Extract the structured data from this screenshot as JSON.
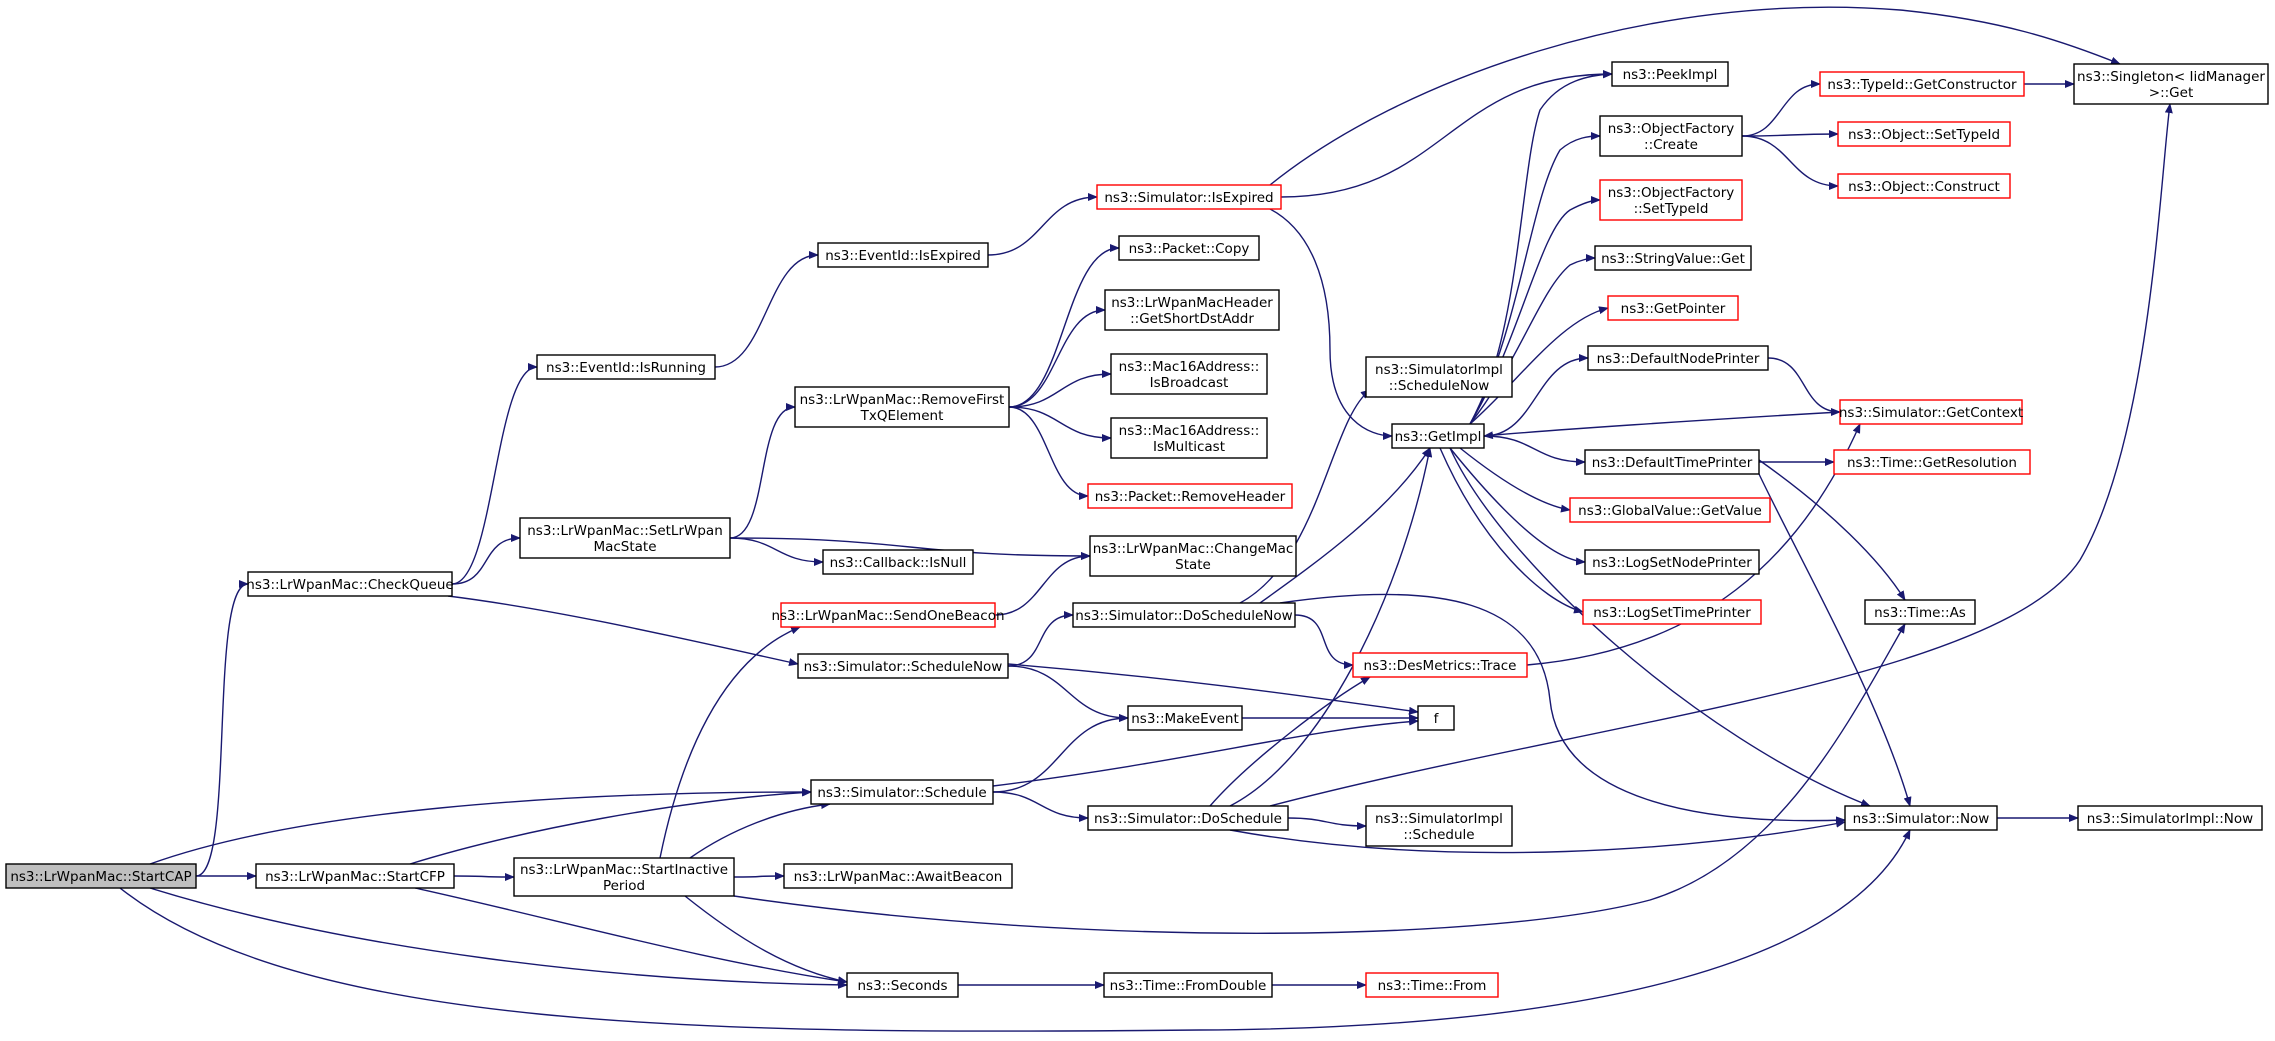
{
  "colors": {
    "edge": "#191970",
    "border_normal": "#000000",
    "border_truncated": "#ff0000",
    "root_fill": "#bfbfbf",
    "fill": "#ffffff"
  },
  "nodes": [
    {
      "id": "startcap",
      "lines": [
        "ns3::LrWpanMac::StartCAP"
      ],
      "style": "root"
    },
    {
      "id": "checkqueue",
      "lines": [
        "ns3::LrWpanMac::CheckQueue"
      ],
      "style": "normal"
    },
    {
      "id": "startcfp",
      "lines": [
        "ns3::LrWpanMac::StartCFP"
      ],
      "style": "normal"
    },
    {
      "id": "eventrunning",
      "lines": [
        "ns3::EventId::IsRunning"
      ],
      "style": "normal"
    },
    {
      "id": "eventexpired",
      "lines": [
        "ns3::EventId::IsExpired"
      ],
      "style": "normal"
    },
    {
      "id": "simexpired",
      "lines": [
        "ns3::Simulator::IsExpired"
      ],
      "style": "truncated"
    },
    {
      "id": "setstate",
      "lines": [
        "ns3::LrWpanMac::SetLrWpan",
        "MacState"
      ],
      "style": "normal"
    },
    {
      "id": "removefirst",
      "lines": [
        "ns3::LrWpanMac::RemoveFirst",
        "TxQElement"
      ],
      "style": "normal"
    },
    {
      "id": "startinactive",
      "lines": [
        "ns3::LrWpanMac::StartInactive",
        "Period"
      ],
      "style": "normal"
    },
    {
      "id": "sendbeacon",
      "lines": [
        "ns3::LrWpanMac::SendOneBeacon"
      ],
      "style": "truncated"
    },
    {
      "id": "simschedulenow",
      "lines": [
        "ns3::Simulator::ScheduleNow"
      ],
      "style": "normal"
    },
    {
      "id": "simschedule",
      "lines": [
        "ns3::Simulator::Schedule"
      ],
      "style": "normal"
    },
    {
      "id": "seconds",
      "lines": [
        "ns3::Seconds"
      ],
      "style": "normal"
    },
    {
      "id": "awaitbeacon",
      "lines": [
        "ns3::LrWpanMac::AwaitBeacon"
      ],
      "style": "normal"
    },
    {
      "id": "callbacknull",
      "lines": [
        "ns3::Callback::IsNull"
      ],
      "style": "normal"
    },
    {
      "id": "packetcopy",
      "lines": [
        "ns3::Packet::Copy"
      ],
      "style": "normal"
    },
    {
      "id": "getshortdst",
      "lines": [
        "ns3::LrWpanMacHeader",
        "::GetShortDstAddr"
      ],
      "style": "normal"
    },
    {
      "id": "isbroadcast",
      "lines": [
        "ns3::Mac16Address::",
        "IsBroadcast"
      ],
      "style": "normal"
    },
    {
      "id": "ismulticast",
      "lines": [
        "ns3::Mac16Address::",
        "IsMulticast"
      ],
      "style": "normal"
    },
    {
      "id": "removeheader",
      "lines": [
        "ns3::Packet::RemoveHeader"
      ],
      "style": "truncated"
    },
    {
      "id": "changemac",
      "lines": [
        "ns3::LrWpanMac::ChangeMac",
        "State"
      ],
      "style": "normal"
    },
    {
      "id": "doschedulenow",
      "lines": [
        "ns3::Simulator::DoScheduleNow"
      ],
      "style": "normal"
    },
    {
      "id": "makeevent",
      "lines": [
        "ns3::MakeEvent"
      ],
      "style": "normal"
    },
    {
      "id": "doschedule",
      "lines": [
        "ns3::Simulator::DoSchedule"
      ],
      "style": "normal"
    },
    {
      "id": "fromdouble",
      "lines": [
        "ns3::Time::FromDouble"
      ],
      "style": "normal"
    },
    {
      "id": "timefrom",
      "lines": [
        "ns3::Time::From"
      ],
      "style": "truncated"
    },
    {
      "id": "implschedulenow",
      "lines": [
        "ns3::SimulatorImpl",
        "::ScheduleNow"
      ],
      "style": "normal"
    },
    {
      "id": "getimpl",
      "lines": [
        "ns3::GetImpl"
      ],
      "style": "normal"
    },
    {
      "id": "destrace",
      "lines": [
        "ns3::DesMetrics::Trace"
      ],
      "style": "truncated"
    },
    {
      "id": "f",
      "lines": [
        "f"
      ],
      "style": "normal"
    },
    {
      "id": "implschedule",
      "lines": [
        "ns3::SimulatorImpl",
        "::Schedule"
      ],
      "style": "normal"
    },
    {
      "id": "peekimpl",
      "lines": [
        "ns3::PeekImpl"
      ],
      "style": "normal"
    },
    {
      "id": "ofcreate",
      "lines": [
        "ns3::ObjectFactory",
        "::Create"
      ],
      "style": "normal"
    },
    {
      "id": "ofsettypeid",
      "lines": [
        "ns3::ObjectFactory",
        "::SetTypeId"
      ],
      "style": "truncated"
    },
    {
      "id": "stringvalueget",
      "lines": [
        "ns3::StringValue::Get"
      ],
      "style": "normal"
    },
    {
      "id": "getpointer",
      "lines": [
        "ns3::GetPointer"
      ],
      "style": "truncated"
    },
    {
      "id": "defnodeprinter",
      "lines": [
        "ns3::DefaultNodePrinter"
      ],
      "style": "normal"
    },
    {
      "id": "deftimeprinter",
      "lines": [
        "ns3::DefaultTimePrinter"
      ],
      "style": "normal"
    },
    {
      "id": "globalvalueget",
      "lines": [
        "ns3::GlobalValue::GetValue"
      ],
      "style": "truncated"
    },
    {
      "id": "logsetnode",
      "lines": [
        "ns3::LogSetNodePrinter"
      ],
      "style": "normal"
    },
    {
      "id": "logsettime",
      "lines": [
        "ns3::LogSetTimePrinter"
      ],
      "style": "truncated"
    },
    {
      "id": "simnow",
      "lines": [
        "ns3::Simulator::Now"
      ],
      "style": "normal"
    },
    {
      "id": "typeidgetctor",
      "lines": [
        "ns3::TypeId::GetConstructor"
      ],
      "style": "truncated"
    },
    {
      "id": "objsettypeid",
      "lines": [
        "ns3::Object::SetTypeId"
      ],
      "style": "truncated"
    },
    {
      "id": "objconstruct",
      "lines": [
        "ns3::Object::Construct"
      ],
      "style": "truncated"
    },
    {
      "id": "simgetcontext",
      "lines": [
        "ns3::Simulator::GetContext"
      ],
      "style": "truncated"
    },
    {
      "id": "getresolution",
      "lines": [
        "ns3::Time::GetResolution"
      ],
      "style": "truncated"
    },
    {
      "id": "timeas",
      "lines": [
        "ns3::Time::As"
      ],
      "style": "normal"
    },
    {
      "id": "singletonget",
      "lines": [
        "ns3::Singleton< IidManager",
        " >::Get"
      ],
      "style": "normal"
    },
    {
      "id": "implnow",
      "lines": [
        "ns3::SimulatorImpl::Now"
      ],
      "style": "normal"
    }
  ],
  "edges": [
    [
      "startcap",
      "checkqueue"
    ],
    [
      "startcap",
      "startcfp"
    ],
    [
      "startcap",
      "simschedule"
    ],
    [
      "startcap",
      "seconds"
    ],
    [
      "startcap",
      "simnow"
    ],
    [
      "checkqueue",
      "eventrunning"
    ],
    [
      "checkqueue",
      "setstate"
    ],
    [
      "checkqueue",
      "simschedulenow"
    ],
    [
      "eventrunning",
      "eventexpired"
    ],
    [
      "eventexpired",
      "simexpired"
    ],
    [
      "simexpired",
      "peekimpl"
    ],
    [
      "simexpired",
      "getimpl"
    ],
    [
      "setstate",
      "removefirst"
    ],
    [
      "setstate",
      "callbacknull"
    ],
    [
      "setstate",
      "changemac"
    ],
    [
      "removefirst",
      "packetcopy"
    ],
    [
      "removefirst",
      "getshortdst"
    ],
    [
      "removefirst",
      "isbroadcast"
    ],
    [
      "removefirst",
      "ismulticast"
    ],
    [
      "removefirst",
      "removeheader"
    ],
    [
      "startcfp",
      "startinactive"
    ],
    [
      "startcfp",
      "simschedule"
    ],
    [
      "startcfp",
      "seconds"
    ],
    [
      "startinactive",
      "sendbeacon"
    ],
    [
      "startinactive",
      "simschedule"
    ],
    [
      "startinactive",
      "awaitbeacon"
    ],
    [
      "startinactive",
      "seconds"
    ],
    [
      "startinactive",
      "timeas"
    ],
    [
      "sendbeacon",
      "changemac"
    ],
    [
      "simschedulenow",
      "doschedulenow"
    ],
    [
      "simschedulenow",
      "makeevent"
    ],
    [
      "simschedulenow",
      "f"
    ],
    [
      "simschedule",
      "makeevent"
    ],
    [
      "simschedule",
      "f"
    ],
    [
      "simschedule",
      "doschedule"
    ],
    [
      "seconds",
      "fromdouble"
    ],
    [
      "fromdouble",
      "timefrom"
    ],
    [
      "makeevent",
      "f"
    ],
    [
      "doschedulenow",
      "implschedulenow"
    ],
    [
      "doschedulenow",
      "getimpl"
    ],
    [
      "doschedulenow",
      "destrace"
    ],
    [
      "doschedulenow",
      "simnow"
    ],
    [
      "doschedule",
      "implschedule"
    ],
    [
      "doschedule",
      "getimpl"
    ],
    [
      "doschedule",
      "destrace"
    ],
    [
      "doschedule",
      "simnow"
    ],
    [
      "doschedule",
      "singletonget"
    ],
    [
      "getimpl",
      "peekimpl"
    ],
    [
      "getimpl",
      "ofcreate"
    ],
    [
      "getimpl",
      "ofsettypeid"
    ],
    [
      "getimpl",
      "stringvalueget"
    ],
    [
      "getimpl",
      "getpointer"
    ],
    [
      "getimpl",
      "defnodeprinter"
    ],
    [
      "getimpl",
      "deftimeprinter"
    ],
    [
      "getimpl",
      "globalvalueget"
    ],
    [
      "getimpl",
      "logsetnode"
    ],
    [
      "getimpl",
      "logsettime"
    ],
    [
      "getimpl",
      "simnow"
    ],
    [
      "getimpl",
      "singletonget"
    ],
    [
      "ofcreate",
      "typeidgetctor"
    ],
    [
      "ofcreate",
      "objsettypeid"
    ],
    [
      "ofcreate",
      "objconstruct"
    ],
    [
      "typeidgetctor",
      "singletonget"
    ],
    [
      "defnodeprinter",
      "simgetcontext"
    ],
    [
      "simgetcontext",
      "getimpl"
    ],
    [
      "deftimeprinter",
      "getresolution"
    ],
    [
      "deftimeprinter",
      "timeas"
    ],
    [
      "deftimeprinter",
      "simnow"
    ],
    [
      "destrace",
      "simgetcontext"
    ],
    [
      "simnow",
      "implnow"
    ]
  ]
}
